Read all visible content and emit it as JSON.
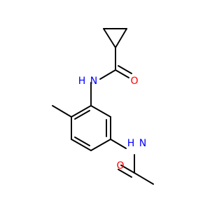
{
  "molecule": {
    "atoms": [
      {
        "id": "o_amide1",
        "label": "O",
        "color": "#ff0000"
      },
      {
        "id": "n_amide1",
        "label": "N",
        "color": "#0000ff"
      },
      {
        "id": "h_amide1",
        "label": "H",
        "color": "#0000ff"
      },
      {
        "id": "n_amide2",
        "label": "N",
        "color": "#0000ff"
      },
      {
        "id": "h_amide2",
        "label": "H",
        "color": "#0000ff"
      },
      {
        "id": "o_amide2",
        "label": "O",
        "color": "#ff0000"
      }
    ]
  }
}
